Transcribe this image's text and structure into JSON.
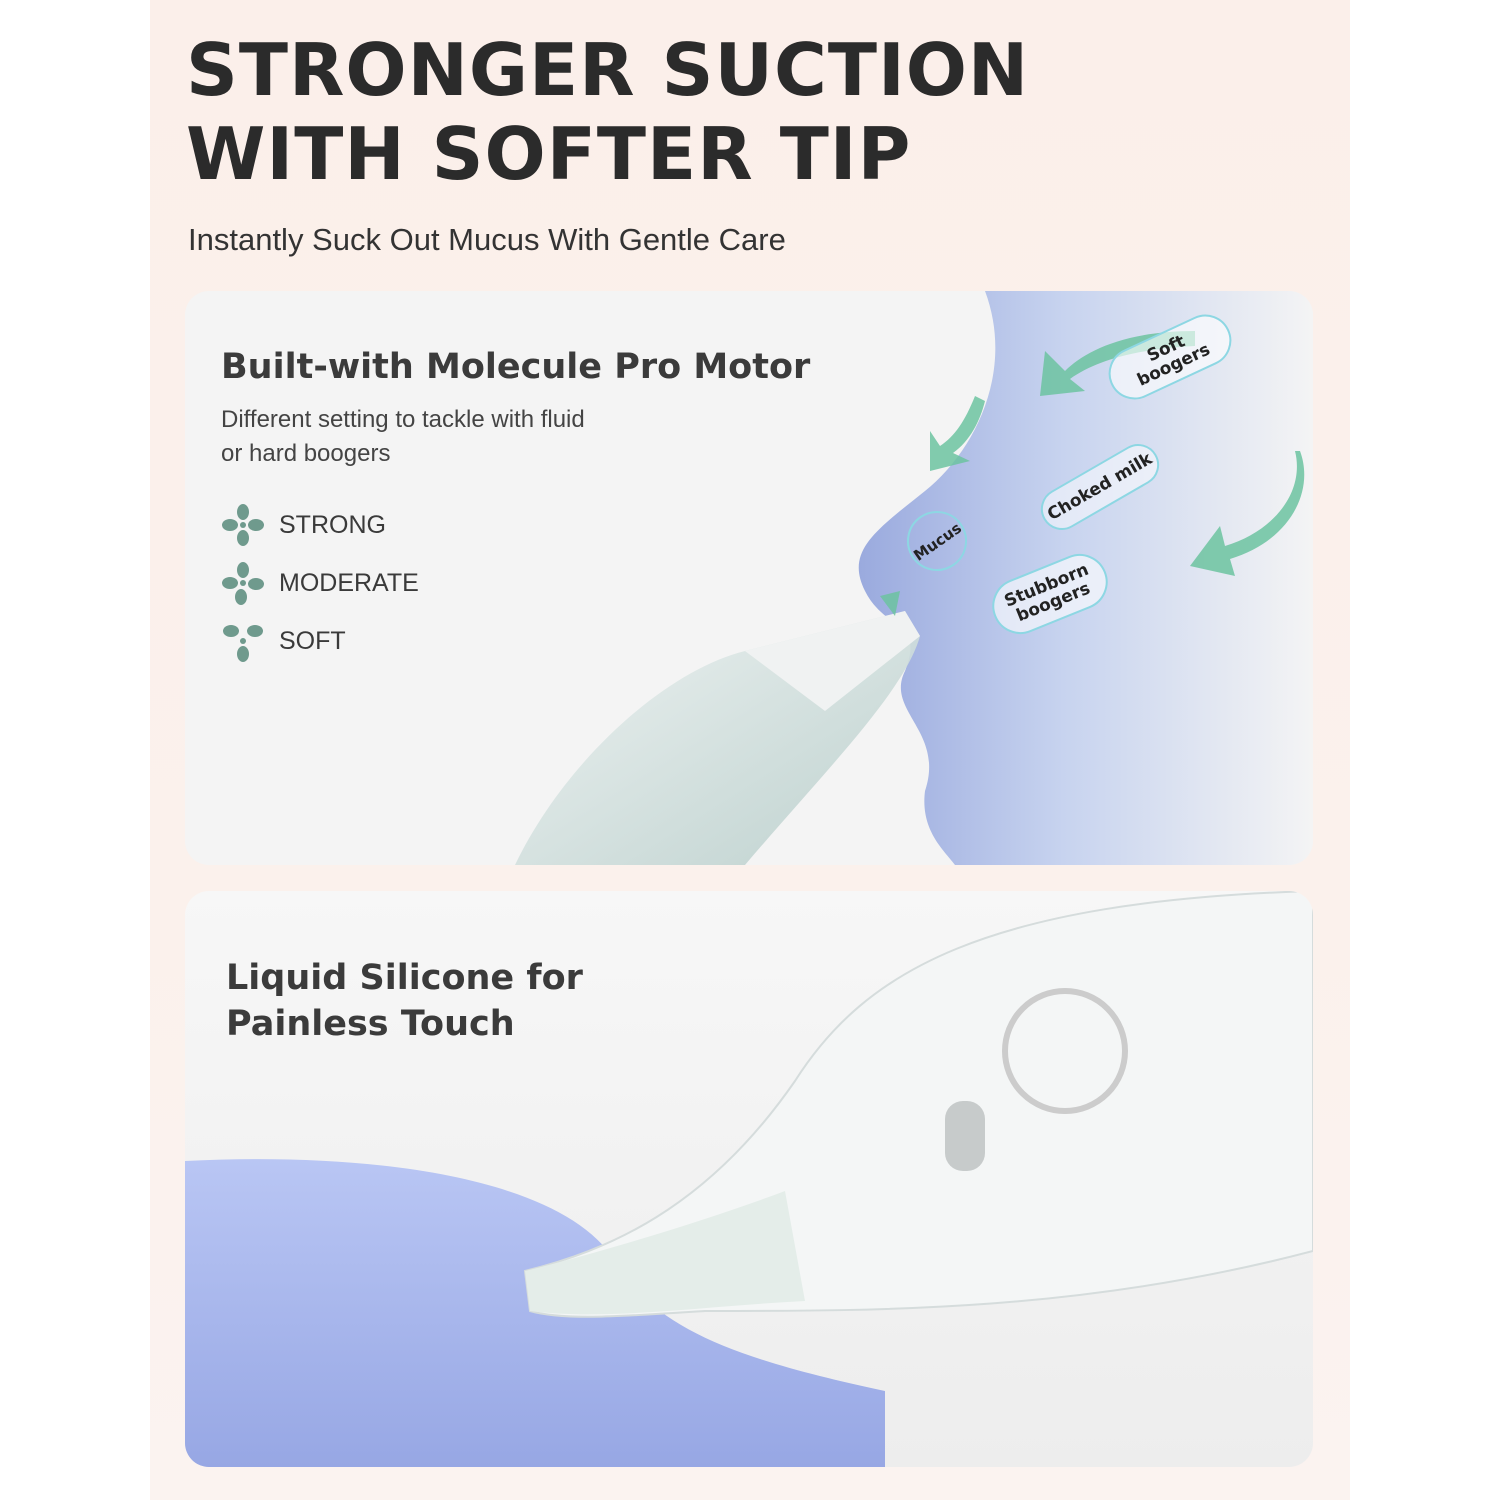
{
  "header": {
    "title_line1": "STRONGER SUCTION",
    "title_line2": "WITH SOFTER TIP",
    "subtitle": "Instantly Suck Out Mucus With Gentle Care"
  },
  "motor_card": {
    "title": "Built-with Molecule Pro Motor",
    "description_line1": "Different setting to tackle with fluid",
    "description_line2": "or hard boogers",
    "modes": [
      {
        "label": "STRONG",
        "icon": "fan-icon"
      },
      {
        "label": "MODERATE",
        "icon": "fan-icon"
      },
      {
        "label": "SOFT",
        "icon": "fan-icon"
      }
    ],
    "bubbles": {
      "soft": "Soft boogers",
      "choked": "Choked milk",
      "mucus": "Mucus",
      "stubborn": "Stubborn boogers"
    }
  },
  "tip_card": {
    "title_line1": "Liquid Silicone for",
    "title_line2": "Painless Touch"
  },
  "colors": {
    "accent_green": "#6f9a8d",
    "arrow_green": "#6cc3a0",
    "nose_blue": "#9fb0e0"
  }
}
